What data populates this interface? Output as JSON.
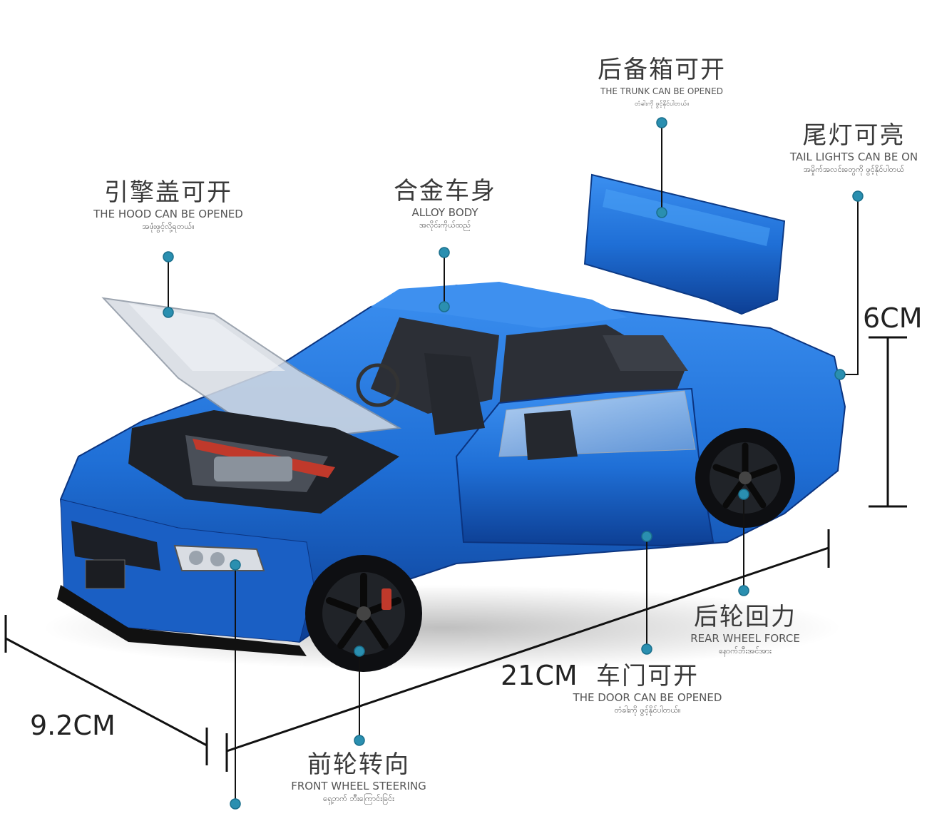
{
  "callouts": {
    "trunk": {
      "zh": "后备箱可开",
      "en": "THE TRUNK CAN BE OPENED",
      "my": "တံခါးကို ဖွင့်နိုင်ပါတယ်။"
    },
    "tail_lights": {
      "zh": "尾灯可亮",
      "en": "TAIL LIGHTS CAN BE ON",
      "my": "အမှိုက်အလင်းတွေကို ဖွင့်နိုင်ပါတယ်"
    },
    "hood": {
      "zh": "引擎盖可开",
      "en": "THE HOOD CAN BE OPENED",
      "my": "အဖုံးဖွင့်လို့ရတယ်။"
    },
    "body": {
      "zh": "合金车身",
      "en": "ALLOY BODY",
      "my": "အလိုင်းကိုယ်ထည်"
    },
    "rear_wheel": {
      "zh": "后轮回力",
      "en": "REAR WHEEL FORCE",
      "my": "နောက်ဘီးအင်အား"
    },
    "door": {
      "zh": "车门可开",
      "en": "THE DOOR CAN BE OPENED",
      "my": "တံခါးကို ဖွင့်နိုင်ပါတယ်။"
    },
    "front_wheel": {
      "zh": "前轮转向",
      "en": "FRONT WHEEL STEERING",
      "my": "ရှေ့ဘက် ဘီးကြောင်းခြင်း"
    }
  },
  "dimensions": {
    "height": "6CM",
    "length": "21CM",
    "width": "9.2CM"
  },
  "colors": {
    "car_body": "#1f6fd6",
    "car_dark": "#0d3f94",
    "accent_dot": "#2a8fb0",
    "line": "#111111"
  }
}
